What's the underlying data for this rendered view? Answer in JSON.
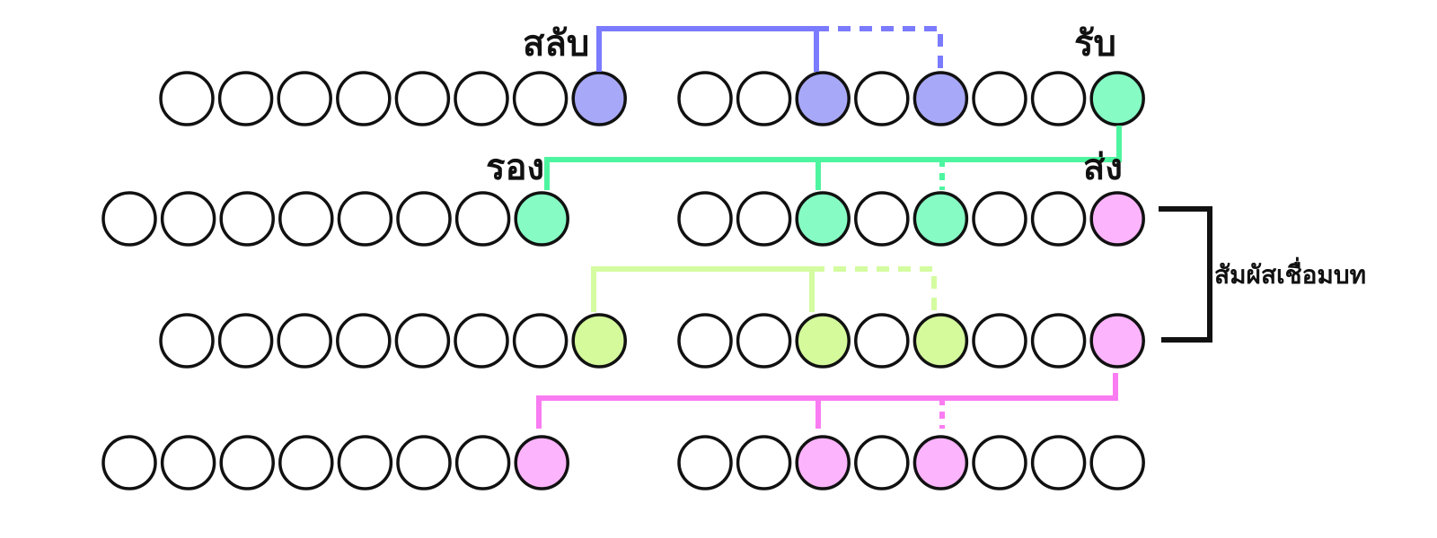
{
  "labels": {
    "switch": "สลับ",
    "receive": "รับ",
    "secondary": "รอง",
    "send": "ส่ง",
    "stanza_rhyme": "สัมผัสเชื่อมบท"
  },
  "colors": {
    "empty_fill": "#ffffff",
    "outline": "#111111",
    "purple": "#a8a8f8",
    "purple_line": "#7b7bff",
    "green": "#86fcc4",
    "green_line": "#4ef5a0",
    "lime": "#d4fa9c",
    "lime_line": "#d4fca0",
    "pink": "#fcb4fc",
    "pink_line": "#fa7cf2",
    "bracket": "#111111"
  },
  "rows": [
    {
      "first_half": [
        "empty",
        "empty",
        "empty",
        "empty",
        "empty",
        "empty",
        "empty",
        "purple"
      ],
      "second_half": [
        "empty",
        "empty",
        "purple",
        "empty",
        "purple",
        "empty",
        "empty",
        "green"
      ]
    },
    {
      "first_half": [
        "empty",
        "empty",
        "empty",
        "empty",
        "empty",
        "empty",
        "empty",
        "green"
      ],
      "second_half": [
        "empty",
        "empty",
        "green",
        "empty",
        "green",
        "empty",
        "empty",
        "pink"
      ]
    },
    {
      "first_half": [
        "empty",
        "empty",
        "empty",
        "empty",
        "empty",
        "empty",
        "empty",
        "lime"
      ],
      "second_half": [
        "empty",
        "empty",
        "lime",
        "empty",
        "lime",
        "empty",
        "empty",
        "pink"
      ]
    },
    {
      "first_half": [
        "empty",
        "empty",
        "empty",
        "empty",
        "empty",
        "empty",
        "empty",
        "pink"
      ],
      "second_half": [
        "empty",
        "empty",
        "pink",
        "empty",
        "pink",
        "empty",
        "empty",
        "empty"
      ]
    }
  ]
}
